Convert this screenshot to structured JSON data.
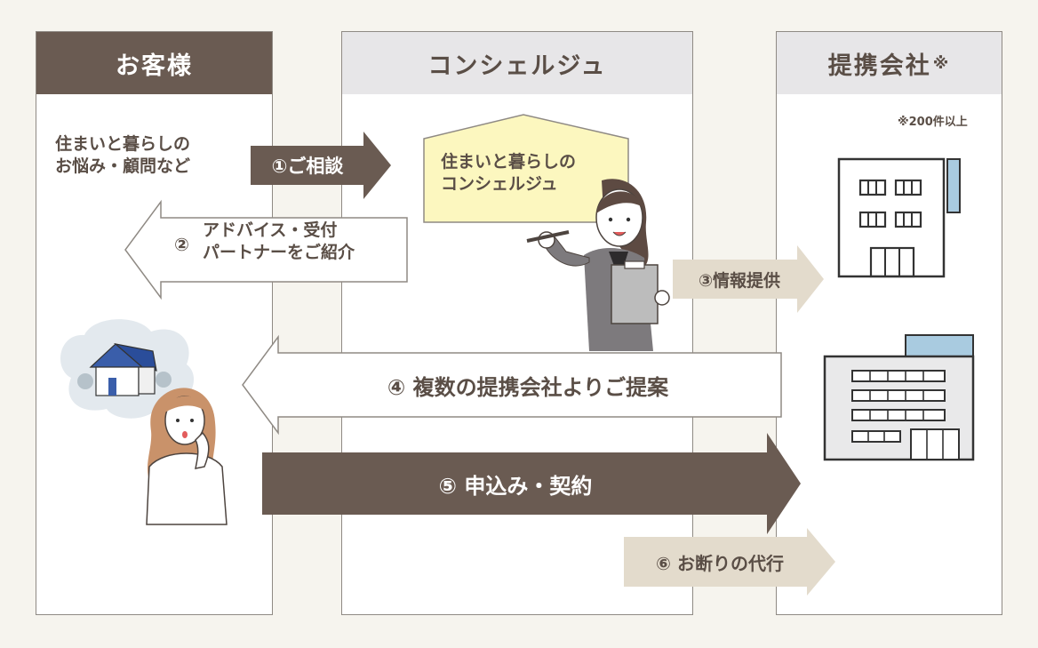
{
  "columns": {
    "customer": "お客様",
    "concierge": "コンシェルジュ",
    "partner": "提携会社",
    "partner_mark": "※"
  },
  "customer_text": [
    "住まいと暮らしの",
    "お悩み・顧問など"
  ],
  "concierge_sign": [
    "住まいと暮らしの",
    "コンシェルジュ"
  ],
  "partner_note": "※200件以上",
  "steps": {
    "s1": "①ご相談",
    "s2_num": "②",
    "s2_lines": [
      "アドバイス・受付",
      "パートナーをご紹介"
    ],
    "s3": "③情報提供",
    "s4": "④ 複数の提携会社よりご提案",
    "s5": "⑤ 申込み・契約",
    "s6": "⑥ お断りの代行"
  },
  "colors": {
    "brown": "#6a5b52",
    "beige": "#e3dbcc",
    "yellow": "#fcf7bf",
    "background": "#f6f4ee"
  }
}
